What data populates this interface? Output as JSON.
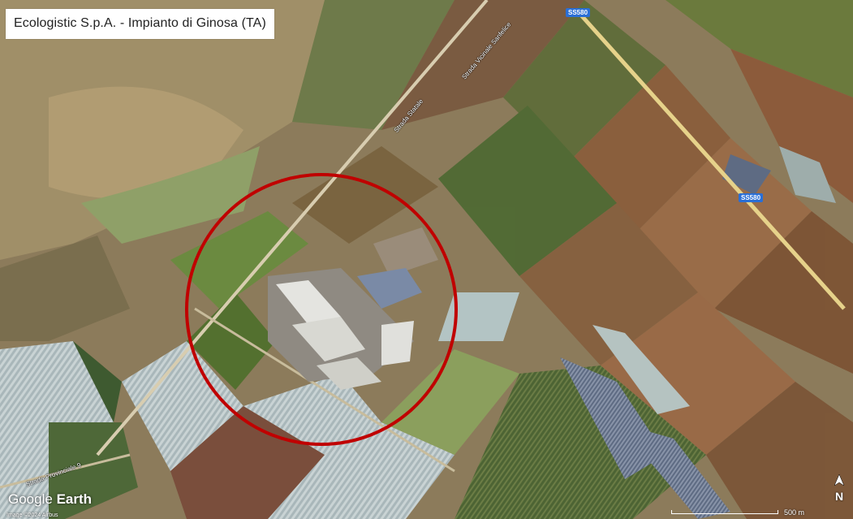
{
  "title": "Ecologistic S.p.A. - Impianto di Ginosa (TA)",
  "roads": {
    "ss580_top": "SS580",
    "ss580_mid": "SS580",
    "strada_vicinale": "Strada Vicinale Sanfelice",
    "strada_statale": "Strada Statale",
    "strada_provinciale": "Strada Provinciale 9"
  },
  "logo": {
    "google": "Google",
    "earth": "Earth"
  },
  "attribution": "Image ©2024 Airbus",
  "north_label": "N",
  "scale_label": "500 m",
  "colors": {
    "circle": "#c00000",
    "shield": "#2a6fd6"
  },
  "icons": {
    "north_arrow": "north-arrow-icon"
  }
}
